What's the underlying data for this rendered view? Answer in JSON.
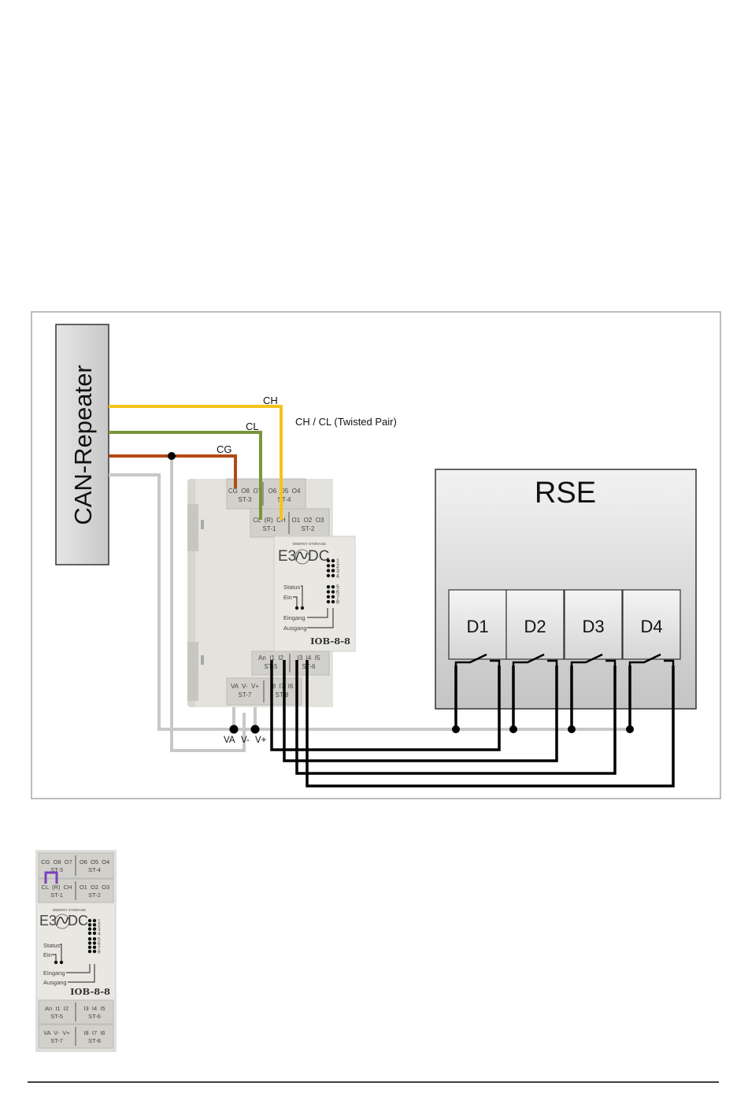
{
  "diagram": {
    "can_repeater": {
      "label": "CAN-Repeater"
    },
    "wires": {
      "ch": {
        "label": "CH",
        "color": "#F5C31A"
      },
      "cl": {
        "label": "CL",
        "color": "#77963A"
      },
      "cg": {
        "label": "CG",
        "color": "#B04A14"
      },
      "supply_color": "#C8C8C8",
      "signal_color": "#000000"
    },
    "twisted_pair_note": "CH / CL (Twisted Pair)",
    "rse": {
      "label": "RSE",
      "relays": [
        {
          "label": "D1"
        },
        {
          "label": "D2"
        },
        {
          "label": "D3"
        },
        {
          "label": "D4"
        }
      ]
    },
    "supply_labels": {
      "va": "VA",
      "vm": "V-",
      "vp": "V+"
    },
    "device": {
      "brand_sub": "ENERGY STORAGE",
      "brand_left": "E3",
      "brand_right": "DC",
      "model": "IOB-8-8",
      "status": "Status",
      "ein": "Ein",
      "eingang": "Eingang",
      "ausgang": "Ausgang",
      "led_numbers": [
        "1",
        "2",
        "3",
        "4",
        "5",
        "6",
        "7",
        "8"
      ],
      "connectors": {
        "st3": {
          "pins": "CG  O8  O7",
          "name": "ST-3"
        },
        "st4": {
          "pins": "O6  O5  O4",
          "name": "ST-4"
        },
        "st1": {
          "pins": "CL  (R)  CH",
          "name": "ST-1"
        },
        "st2": {
          "pins": "O1  O2  O3",
          "name": "ST-2"
        },
        "st5": {
          "pins": "An  I1  I2",
          "name": "ST-5"
        },
        "st6": {
          "pins": "I3  I4  I5",
          "name": "ST-6"
        },
        "st7": {
          "pins": "VA  V-  V+",
          "name": "ST-7"
        },
        "st8": {
          "pins": "I8  I7  I6",
          "name": "ST-8"
        }
      }
    },
    "jumper_color": "#7B3FBF"
  }
}
